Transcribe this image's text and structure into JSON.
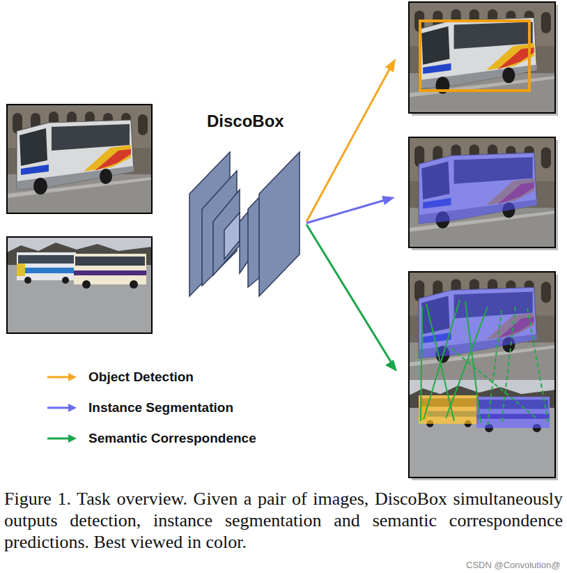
{
  "diagram": {
    "caption": "Figure 1. Task overview. Given a pair of images, DiscoBox simultaneously outputs detection, instance segmentation and semantic correspondence predictions. Best viewed in color.",
    "nodes": [
      {
        "text": [
          "DiscoBox"
        ]
      }
    ],
    "labels": [
      "CSDN @Convolution@"
    ],
    "legend": [
      {
        "text": "Object Detection"
      },
      {
        "text": "Instance Segmentation"
      },
      {
        "text": "Semantic Correspondence"
      }
    ]
  }
}
